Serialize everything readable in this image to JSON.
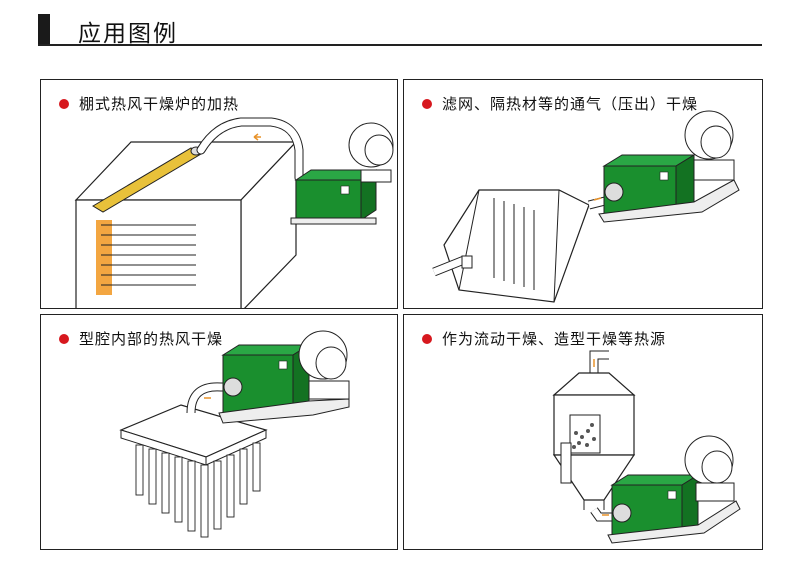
{
  "header": {
    "title": "应用图例"
  },
  "panels": [
    {
      "title": "棚式热风干燥炉的加热"
    },
    {
      "title": "滤网、隔热材等的通气（压出）干燥"
    },
    {
      "title": "型腔内部的热风干燥"
    },
    {
      "title": "作为流动干燥、造型干燥等热源"
    }
  ],
  "colors": {
    "machine_green": "#1a8f2e",
    "bullet_red": "#d7181e",
    "heat_orange": "#f3a641",
    "flow_arrow": "#e8932a"
  }
}
